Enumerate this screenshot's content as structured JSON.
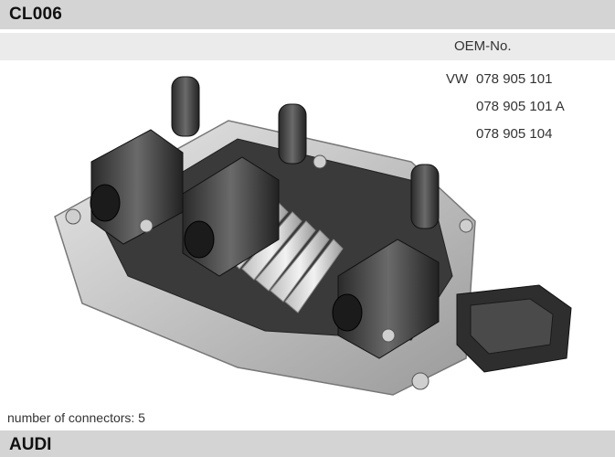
{
  "product": {
    "code": "CL006",
    "brand": "AUDI"
  },
  "oem": {
    "label": "OEM-No.",
    "make": "VW",
    "numbers": [
      "078 905 101",
      "078 905 101 A",
      "078 905 104"
    ]
  },
  "specs": {
    "connectors": "number of connectors: 5"
  }
}
